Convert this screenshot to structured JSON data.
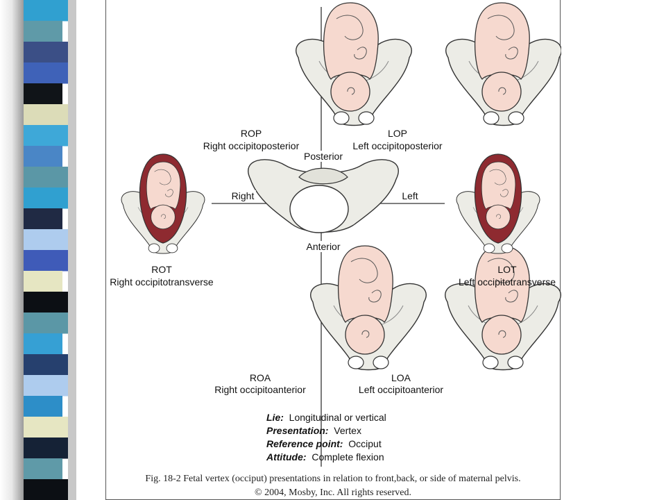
{
  "stripes": [
    {
      "color": "#30a0d0"
    },
    {
      "color": "#5f9aa8"
    },
    {
      "color": "#3b4f86"
    },
    {
      "color": "#3f62b8"
    },
    {
      "color": "#101418"
    },
    {
      "color": "#dcdcb8"
    },
    {
      "color": "#3ea8d8"
    },
    {
      "color": "#4a86c6"
    },
    {
      "color": "#5b97a6"
    },
    {
      "color": "#30a0d0"
    },
    {
      "color": "#202a44"
    },
    {
      "color": "#aeccee"
    },
    {
      "color": "#3f5bb8"
    },
    {
      "color": "#e6e6c2"
    },
    {
      "color": "#0c0f14"
    },
    {
      "color": "#5b97a6"
    },
    {
      "color": "#36a0d4"
    },
    {
      "color": "#26406e"
    },
    {
      "color": "#aeccee"
    },
    {
      "color": "#2d8ec8"
    },
    {
      "color": "#e6e6c2"
    },
    {
      "color": "#152236"
    },
    {
      "color": "#5f9aa8"
    },
    {
      "color": "#0c0f14"
    }
  ],
  "diagram": {
    "positions": {
      "rop": {
        "abbr": "ROP",
        "name": "Right occipitoposterior"
      },
      "lop": {
        "abbr": "LOP",
        "name": "Left occipitoposterior"
      },
      "rot": {
        "abbr": "ROT",
        "name": "Right occipitotransverse"
      },
      "lot": {
        "abbr": "LOT",
        "name": "Left occipitotransverse"
      },
      "roa": {
        "abbr": "ROA",
        "name": "Right occipitoanterior"
      },
      "loa": {
        "abbr": "LOA",
        "name": "Left occipitoanterior"
      }
    },
    "axes": {
      "posterior": "Posterior",
      "anterior": "Anterior",
      "right": "Right",
      "left": "Left"
    },
    "colors": {
      "pelvis": "#ecece6",
      "fetus": "#f6d9cf",
      "uterus": "#8e2a30",
      "line": "#333333"
    }
  },
  "legend": [
    {
      "label": "Lie:",
      "value": "Longitudinal or vertical"
    },
    {
      "label": "Presentation:",
      "value": "Vertex"
    },
    {
      "label": "Reference point:",
      "value": "Occiput"
    },
    {
      "label": "Attitude:",
      "value": "Complete flexion"
    }
  ],
  "caption": {
    "line1": "Fig. 18-2 Fetal vertex (occiput) presentations in relation to front,back, or side of maternal pelvis.",
    "line2": "© 2004, Mosby, Inc. All rights reserved."
  }
}
